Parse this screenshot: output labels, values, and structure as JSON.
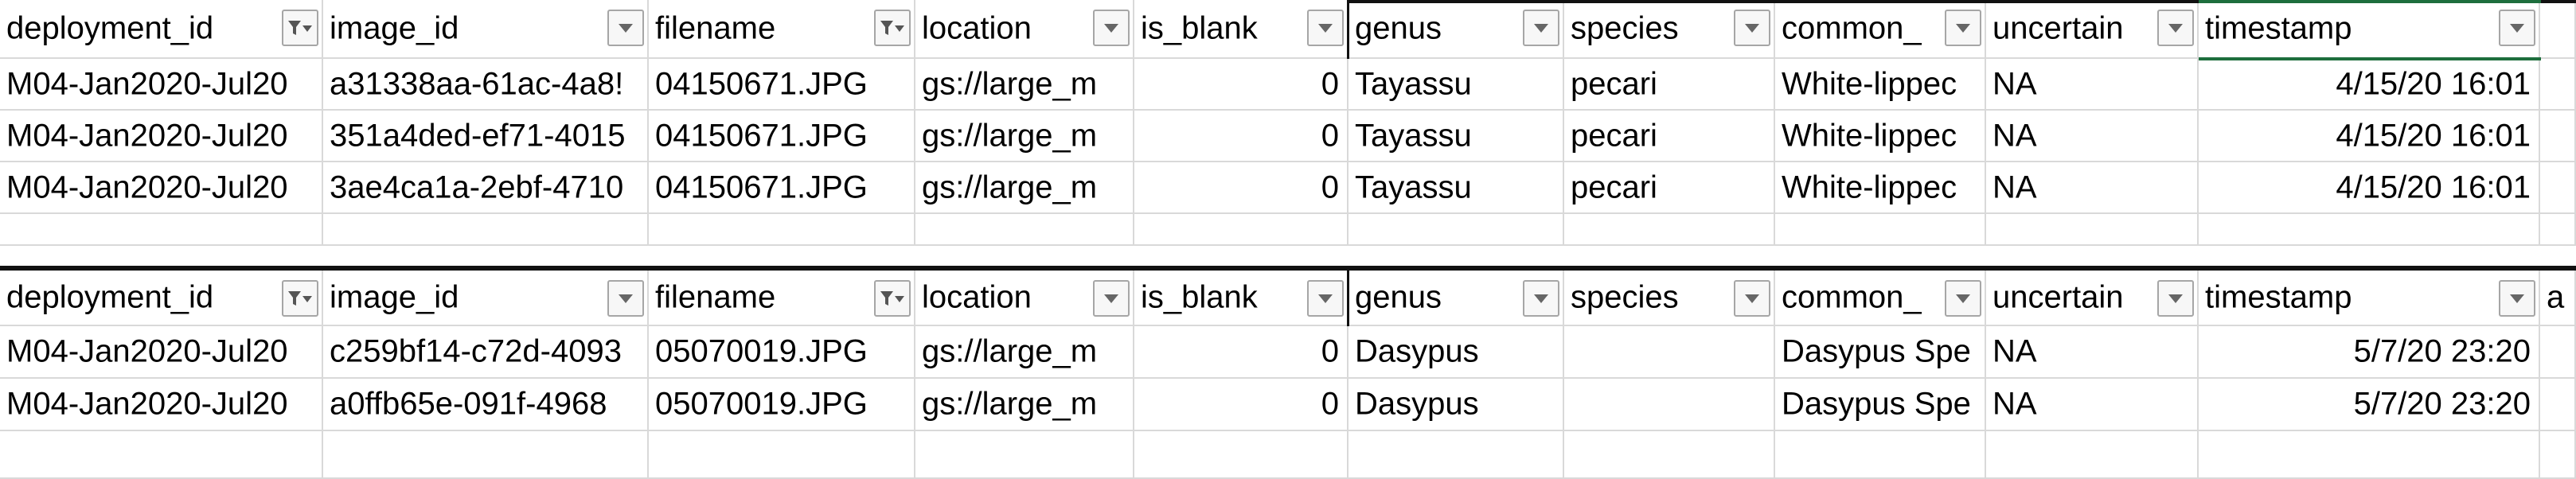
{
  "table1": {
    "headers": [
      {
        "label": "deployment_id",
        "filter": "filtered"
      },
      {
        "label": "image_id",
        "filter": "dropdown"
      },
      {
        "label": "filename",
        "filter": "filtered"
      },
      {
        "label": "location",
        "filter": "dropdown"
      },
      {
        "label": "is_blank",
        "filter": "dropdown"
      },
      {
        "label": "genus",
        "filter": "dropdown"
      },
      {
        "label": "species",
        "filter": "dropdown"
      },
      {
        "label": "common_",
        "filter": "dropdown"
      },
      {
        "label": "uncertain",
        "filter": "dropdown"
      },
      {
        "label": "timestamp",
        "filter": "dropdown"
      },
      {
        "label": "",
        "filter": "none"
      }
    ],
    "rows": [
      [
        "M04-Jan2020-Jul20",
        "a31338aa-61ac-4a8!",
        "04150671.JPG",
        "gs://large_m",
        "0",
        "Tayassu",
        "pecari",
        "White-lippec",
        "NA",
        "4/15/20 16:01",
        ""
      ],
      [
        "M04-Jan2020-Jul20",
        "351a4ded-ef71-4015",
        "04150671.JPG",
        "gs://large_m",
        "0",
        "Tayassu",
        "pecari",
        "White-lippec",
        "NA",
        "4/15/20 16:01",
        ""
      ],
      [
        "M04-Jan2020-Jul20",
        "3ae4ca1a-2ebf-4710",
        "04150671.JPG",
        "gs://large_m",
        "0",
        "Tayassu",
        "pecari",
        "White-lippec",
        "NA",
        "4/15/20 16:01",
        ""
      ]
    ]
  },
  "table2": {
    "headers": [
      {
        "label": "deployment_id",
        "filter": "filtered"
      },
      {
        "label": "image_id",
        "filter": "dropdown"
      },
      {
        "label": "filename",
        "filter": "filtered"
      },
      {
        "label": "location",
        "filter": "dropdown"
      },
      {
        "label": "is_blank",
        "filter": "dropdown"
      },
      {
        "label": "genus",
        "filter": "dropdown"
      },
      {
        "label": "species",
        "filter": "dropdown"
      },
      {
        "label": "common_",
        "filter": "dropdown"
      },
      {
        "label": "uncertain",
        "filter": "dropdown"
      },
      {
        "label": "timestamp",
        "filter": "dropdown"
      },
      {
        "label": "a",
        "filter": "none"
      }
    ],
    "rows": [
      [
        "M04-Jan2020-Jul20",
        "c259bf14-c72d-4093",
        "05070019.JPG",
        "gs://large_m",
        "0",
        "Dasypus",
        "",
        "Dasypus Spe",
        "NA",
        "5/7/20 23:20",
        ""
      ],
      [
        "M04-Jan2020-Jul20",
        "a0ffb65e-091f-4968",
        "05070019.JPG",
        "gs://large_m",
        "0",
        "Dasypus",
        "",
        "Dasypus Spe",
        "NA",
        "5/7/20 23:20",
        ""
      ]
    ]
  }
}
